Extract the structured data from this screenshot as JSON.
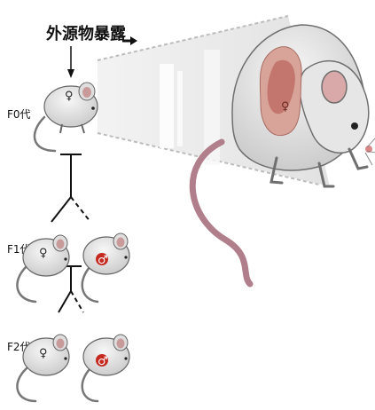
{
  "title": "外源物暴露",
  "generations": {
    "f0": "F0代",
    "f1": "F1代",
    "f2": "F2代"
  },
  "symbols": {
    "female": "♀",
    "male": "♂"
  },
  "colors": {
    "mouse_body": "#dcdcdc",
    "mouse_outline": "#666666",
    "tail": "#b07f8b",
    "ear_inner": "#c99a9a",
    "male_mark": "#c42a1f",
    "uterus": "#c77f78"
  }
}
